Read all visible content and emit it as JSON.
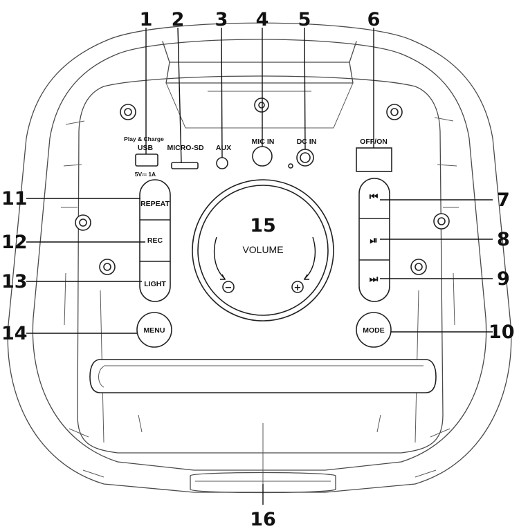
{
  "callouts": {
    "c1": "1",
    "c2": "2",
    "c3": "3",
    "c4": "4",
    "c5": "5",
    "c6": "6",
    "c7": "7",
    "c8": "8",
    "c9": "9",
    "c10": "10",
    "c11": "11",
    "c12": "12",
    "c13": "13",
    "c14": "14",
    "c15": "15",
    "c16": "16"
  },
  "ports": {
    "usb_caption": "Play & Charge",
    "usb": "USB",
    "usb_rating": "5V⎓ 1A",
    "micro_sd": "MICRO-SD",
    "aux": "AUX",
    "mic_in": "MIC IN",
    "dc_in": "DC IN",
    "power": "OFF/ON"
  },
  "buttons": {
    "repeat": "REPEAT",
    "rec": "REC",
    "light": "LIGHT",
    "menu": "MENU",
    "mode": "MODE",
    "prev_icon": "⏮",
    "play_icon": "⏯",
    "next_icon": "⏭"
  },
  "volume": {
    "label": "VOLUME",
    "minus": "−",
    "plus": "+"
  }
}
